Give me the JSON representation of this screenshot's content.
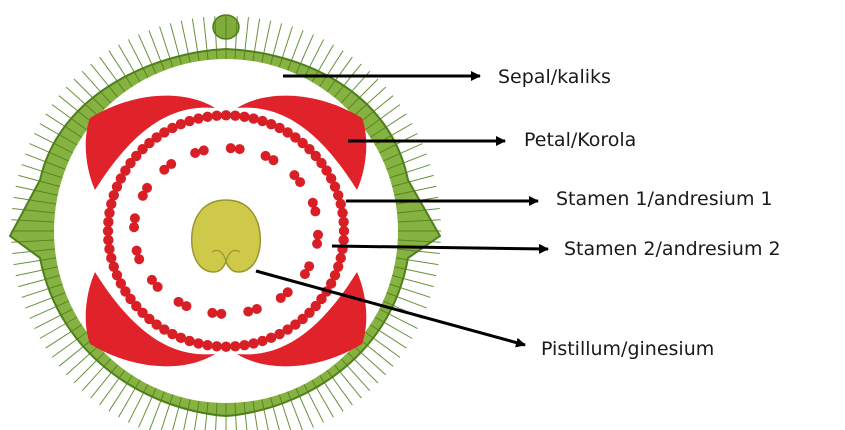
{
  "labels": {
    "sepal": "Sepal/kaliks",
    "petal": "Petal/Korola",
    "stamen1": "Stamen 1/andresium 1",
    "stamen2": "Stamen 2/andresium 2",
    "pistil": "Pistillum/ginesium"
  },
  "colors": {
    "sepal": "#7fac3a",
    "sepal_stripe": "#4e7f1c",
    "petal": "#e0232a",
    "stamen": "#d91f26",
    "pistil": "#cfc94a",
    "pistil_stroke": "#9a9530",
    "arrow": "#000000"
  }
}
